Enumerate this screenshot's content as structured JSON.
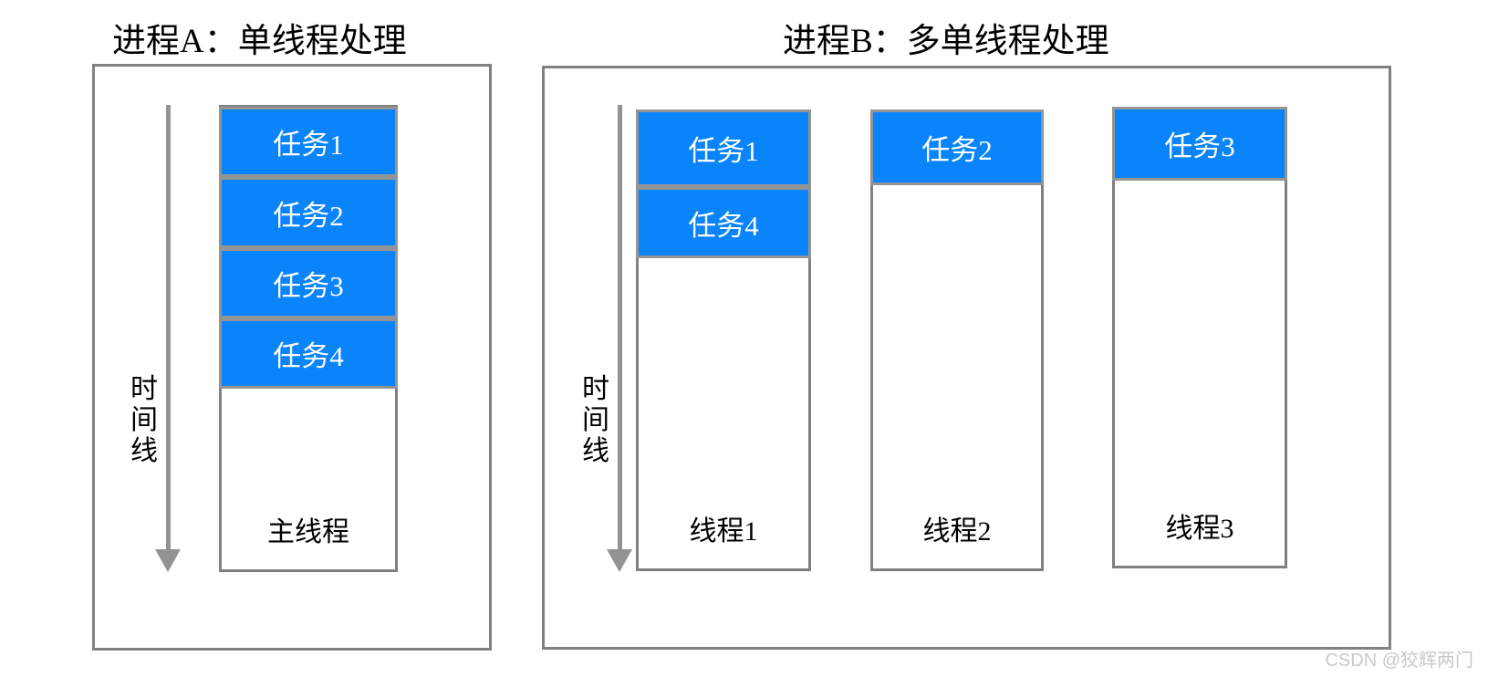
{
  "diagram": {
    "watermark": "CSDN @狡辉两门",
    "colors": {
      "task_fill": "#0a84fb",
      "task_border": "#949494",
      "frame_border": "#808080",
      "timeline_arrow": "#939393",
      "task_text": "#ffffff",
      "background": "#ffffff",
      "watermark_text": "#c9c9c9"
    },
    "panels": [
      {
        "id": "process-a",
        "title": "进程A：单线程处理",
        "timeline": {
          "label_chars": [
            "时",
            "间",
            "线"
          ],
          "label": "时间线",
          "direction": "down"
        },
        "threads": [
          {
            "id": "main-thread",
            "label": "主线程",
            "tasks": [
              "任务1",
              "任务2",
              "任务3",
              "任务4"
            ]
          }
        ]
      },
      {
        "id": "process-b",
        "title": "进程B：多单线程处理",
        "timeline": {
          "label_chars": [
            "时",
            "间",
            "线"
          ],
          "label": "时间线",
          "direction": "down"
        },
        "threads": [
          {
            "id": "thread-1",
            "label": "线程1",
            "tasks": [
              "任务1",
              "任务4"
            ]
          },
          {
            "id": "thread-2",
            "label": "线程2",
            "tasks": [
              "任务2"
            ]
          },
          {
            "id": "thread-3",
            "label": "线程3",
            "tasks": [
              "任务3"
            ]
          }
        ]
      }
    ]
  }
}
